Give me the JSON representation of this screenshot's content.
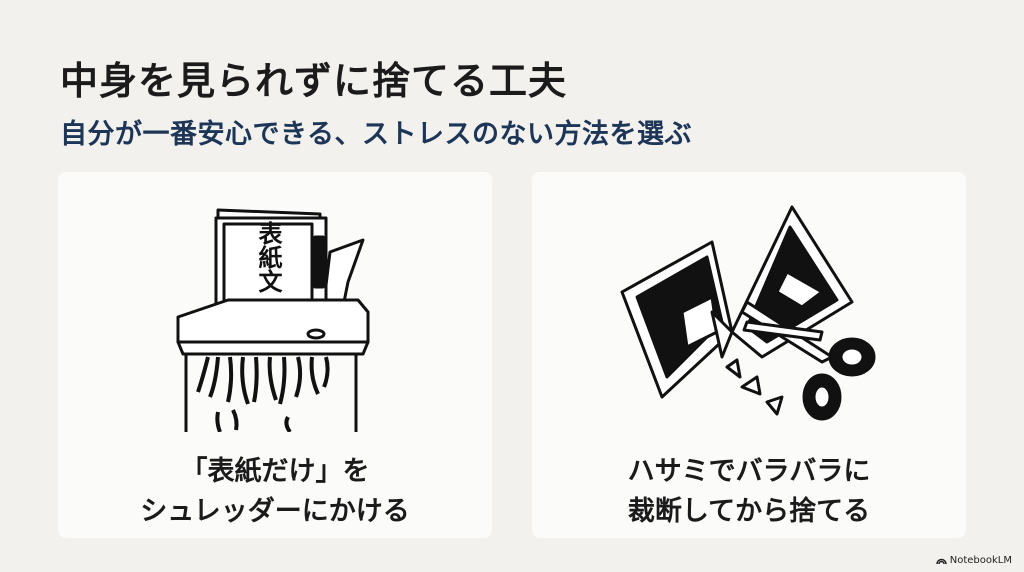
{
  "slide": {
    "title": "中身を見られずに捨てる工夫",
    "subtitle": "自分が一番安心できる、ストレスのない方法を選ぶ"
  },
  "cards": [
    {
      "illustration_label": "表紙文",
      "caption_lines": [
        "「表紙だけ」を",
        "シュレッダーにかける"
      ]
    },
    {
      "caption_lines": [
        "ハサミでバラバラに",
        "裁断してから捨てる"
      ]
    }
  ],
  "brand": {
    "label": "NotebookLM",
    "icon": "notebooklm-logo-icon"
  },
  "colors": {
    "background": "#f2f1ed",
    "card": "#fbfbfa",
    "title": "#1b1b1b",
    "subtitle": "#1d3557"
  }
}
